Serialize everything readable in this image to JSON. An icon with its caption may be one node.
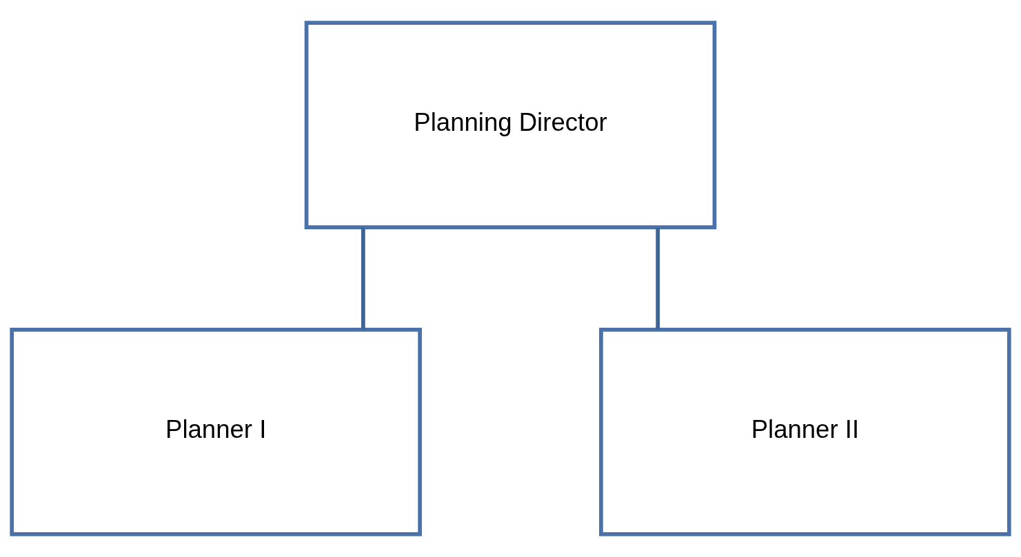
{
  "diagram": {
    "nodes": [
      {
        "text": [
          "Planning Director"
        ]
      },
      {
        "text": [
          "Planner I"
        ]
      },
      {
        "text": [
          "Planner II"
        ]
      }
    ],
    "edges": [
      {
        "from": 0,
        "to": 1,
        "arrow": "none"
      },
      {
        "from": 0,
        "to": 2,
        "arrow": "none"
      }
    ]
  }
}
